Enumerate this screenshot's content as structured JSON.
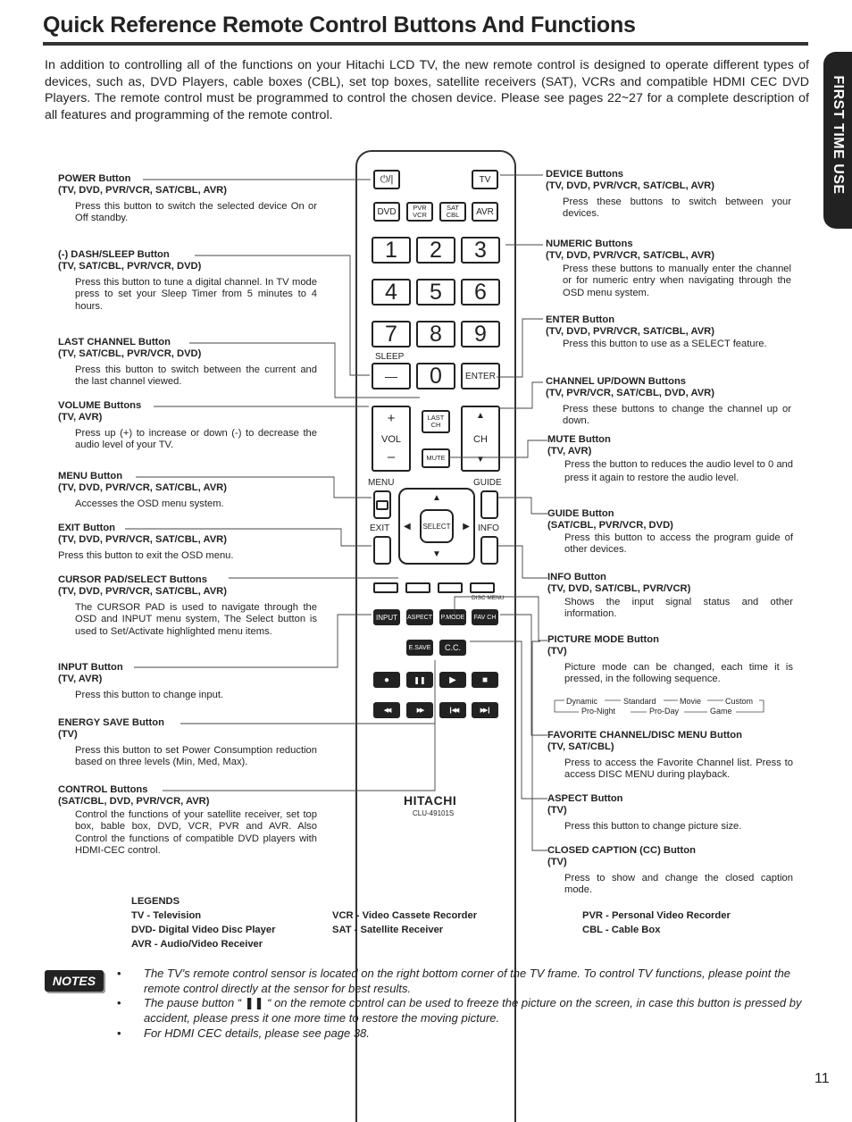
{
  "title": "Quick Reference Remote Control Buttons And Functions",
  "intro": "In addition to controlling all of the functions on your Hitachi LCD TV, the new remote control is designed to operate different types of devices, such as, DVD Players, cable boxes (CBL), set top boxes, satellite receivers (SAT), VCRs and compatible HDMI CEC DVD Players. The remote control must be programmed to control the chosen device. Please see pages 22~27 for a complete description of all features and programming of the remote control.",
  "side_tab": "FIRST TIME USE",
  "left_callouts": [
    {
      "name": "POWER Button",
      "sub": "(TV, DVD, PVR/VCR, SAT/CBL, AVR)",
      "desc": "Press this button to switch the selected device On or Off standby."
    },
    {
      "name": "(-) DASH/SLEEP Button",
      "sub": "(TV, SAT/CBL, PVR/VCR, DVD)",
      "desc": "Press this button to tune a digital channel. In TV mode press to set your Sleep Timer from 5 minutes to 4 hours."
    },
    {
      "name": "LAST CHANNEL Button",
      "sub": "(TV, SAT/CBL, PVR/VCR, DVD)",
      "desc": "Press this button to switch between the current and the last channel viewed."
    },
    {
      "name": "VOLUME Buttons",
      "sub": "(TV, AVR)",
      "desc": "Press up (+) to increase or down (-) to decrease the audio level of your TV."
    },
    {
      "name": "MENU Button",
      "sub": "(TV, DVD, PVR/VCR, SAT/CBL, AVR)",
      "desc": "Accesses the OSD menu system."
    },
    {
      "name": "EXIT Button",
      "sub": "(TV, DVD, PVR/VCR, SAT/CBL, AVR)",
      "desc": "Press this button to exit the OSD menu."
    },
    {
      "name": "CURSOR PAD/SELECT Buttons",
      "sub": "(TV, DVD, PVR/VCR, SAT/CBL, AVR)",
      "desc": "The CURSOR PAD is used to navigate through the OSD and INPUT menu system, The Select button is used to Set/Activate highlighted menu items."
    },
    {
      "name": "INPUT Button",
      "sub": "(TV, AVR)",
      "desc": "Press this button to change input."
    },
    {
      "name": "ENERGY SAVE Button",
      "sub": "(TV)",
      "desc": "Press this button to set Power Consumption reduction based on three levels (Min, Med, Max)."
    },
    {
      "name": "CONTROL Buttons",
      "sub": "(SAT/CBL, DVD, PVR/VCR, AVR)",
      "desc": "Control the functions of your satellite receiver, set top box, bable box, DVD, VCR, PVR and AVR. Also Control the functions of compatible DVD players with HDMI-CEC control."
    }
  ],
  "right_callouts": [
    {
      "name": "DEVICE Buttons",
      "sub": "(TV, DVD, PVR/VCR, SAT/CBL, AVR)",
      "desc": "Press these buttons to switch between your devices."
    },
    {
      "name": "NUMERIC Buttons",
      "sub": "(TV, DVD, PVR/VCR, SAT/CBL, AVR)",
      "desc": "Press these buttons to manually enter the channel or for numeric entry when navigating through the OSD menu system."
    },
    {
      "name": "ENTER Button",
      "sub": "(TV, DVD, PVR/VCR, SAT/CBL, AVR)",
      "desc": "Press this button to use as a SELECT feature."
    },
    {
      "name": "CHANNEL UP/DOWN Buttons",
      "sub": "(TV, PVR/VCR, SAT/CBL, DVD, AVR)",
      "desc": "Press these buttons to change the channel up or down."
    },
    {
      "name": "MUTE Button",
      "sub": "(TV, AVR)",
      "desc": "Press the button to reduces the audio level to 0 and press it again to restore the audio level."
    },
    {
      "name": "GUIDE Button",
      "sub": "(SAT/CBL, PVR/VCR, DVD)",
      "desc": "Press this button to access the program guide of other devices."
    },
    {
      "name": "INFO Button",
      "sub": "(TV, DVD, SAT/CBL, PVR/VCR)",
      "desc": "Shows the input signal status and other information."
    },
    {
      "name": "PICTURE MODE Button",
      "sub": "(TV)",
      "desc": "Picture mode can be changed, each time it is pressed, in the following sequence."
    },
    {
      "name": "FAVORITE CHANNEL/DISC MENU Button",
      "sub": "(TV, SAT/CBL)",
      "desc": "Press to access the Favorite Channel list. Press to access DISC MENU during playback."
    },
    {
      "name": "ASPECT Button",
      "sub": "(TV)",
      "desc": "Press this button to change picture size."
    },
    {
      "name": "CLOSED CAPTION (CC) Button",
      "sub": "(TV)",
      "desc": "Press to show and change the closed caption mode."
    }
  ],
  "picture_sequence": {
    "top": [
      "Dynamic",
      "Standard",
      "Movie",
      "Custom"
    ],
    "bottom": [
      "Pro-Night",
      "Pro-Day",
      "Game"
    ]
  },
  "remote": {
    "power": "⏻/|",
    "tv": "TV",
    "devices": [
      "DVD",
      "PVR VCR",
      "SAT CBL",
      "AVR"
    ],
    "numbers": [
      "1",
      "2",
      "3",
      "4",
      "5",
      "6",
      "7",
      "8",
      "9"
    ],
    "zero": "0",
    "dash": "—",
    "sleep": "SLEEP",
    "enter": "ENTER",
    "vol_plus": "+",
    "vol": "VOL",
    "vol_minus": "–",
    "last_ch": "LAST CH",
    "mute": "MUTE",
    "ch": "CH",
    "ch_up": "▲",
    "ch_down": "▼",
    "menu": "MENU",
    "guide": "GUIDE",
    "exit": "EXIT",
    "info": "INFO",
    "select": "SELECT",
    "up": "▲",
    "down": "▼",
    "left": "◀",
    "right": "▶",
    "disc_menu": "DISC MENU",
    "row_btns": [
      "INPUT",
      "ASPECT",
      "P.MODE",
      "FAV CH"
    ],
    "esave": "E.SAVE",
    "cc": "C.C.",
    "transport1": [
      "●",
      "❚❚",
      "▶",
      "■"
    ],
    "transport2": [
      "◀◀",
      "▶▶",
      "❙◀◀",
      "▶▶❙"
    ],
    "brand": "HITACHI",
    "model": "CLU-49101S"
  },
  "legends": {
    "heading": "LEGENDS",
    "col1": [
      "TV - Television",
      "DVD- Digital Video Disc Player",
      "AVR - Audio/Video Receiver"
    ],
    "col2": [
      "VCR - Video Cassete Recorder",
      "SAT - Satellite Receiver"
    ],
    "col3": [
      "PVR - Personal Video Recorder",
      "CBL - Cable Box"
    ]
  },
  "notes_label": "NOTES",
  "notes": [
    "The TV’s remote control sensor is located on the right bottom corner of the TV frame. To control TV functions, please point the remote control directly at the sensor for best results.",
    "The pause button “ ❚❚ “ on the remote control can be used to freeze the picture on the screen, in case this button is pressed by accident, please press it one more time to restore the moving picture.",
    "For HDMI CEC details, please see page 38."
  ],
  "bullet": "•",
  "page_number": "11"
}
